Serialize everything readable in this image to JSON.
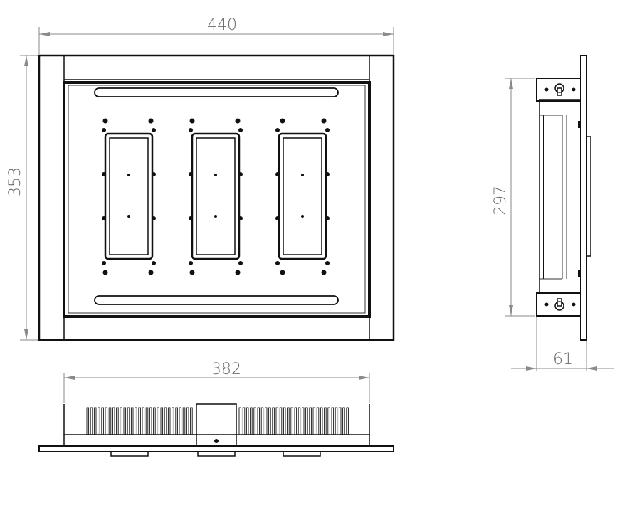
{
  "drawing": {
    "dimensions": {
      "width": "440",
      "height": "353",
      "side_height": "297",
      "depth": "61",
      "bottom_width": "382"
    },
    "line_color": "#111111",
    "dimension_color": "#8a8a8a"
  }
}
